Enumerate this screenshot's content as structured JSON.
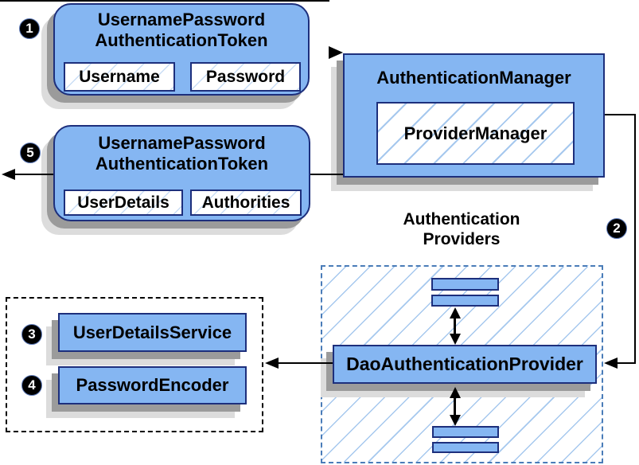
{
  "colors": {
    "box_fill": "#85B6F2",
    "box_border": "#1D2F7C",
    "hatch_line": "#A6C8EE",
    "dashed_border": "#4A7CB8",
    "shadow_dark": "#9B9B9B",
    "shadow_light": "#DCDCDC",
    "connector": "#000000",
    "marker_bg": "#000000",
    "marker_text": "#FFFFFF"
  },
  "markers": {
    "step1": "1",
    "step2": "2",
    "step3": "3",
    "step4": "4",
    "step5": "5"
  },
  "request_token": {
    "title_line1": "UsernamePassword",
    "title_line2": "AuthenticationToken",
    "fields": [
      "Username",
      "Password"
    ]
  },
  "authentication_manager": {
    "title": "AuthenticationManager",
    "inner_label": "ProviderManager"
  },
  "result_token": {
    "title_line1": "UsernamePassword",
    "title_line2": "AuthenticationToken",
    "fields": [
      "UserDetails",
      "Authorities"
    ]
  },
  "providers": {
    "label_line1": "Authentication",
    "label_line2": "Providers",
    "dao_label": "DaoAuthenticationProvider"
  },
  "services": {
    "user_details_service": "UserDetailsService",
    "password_encoder": "PasswordEncoder"
  }
}
